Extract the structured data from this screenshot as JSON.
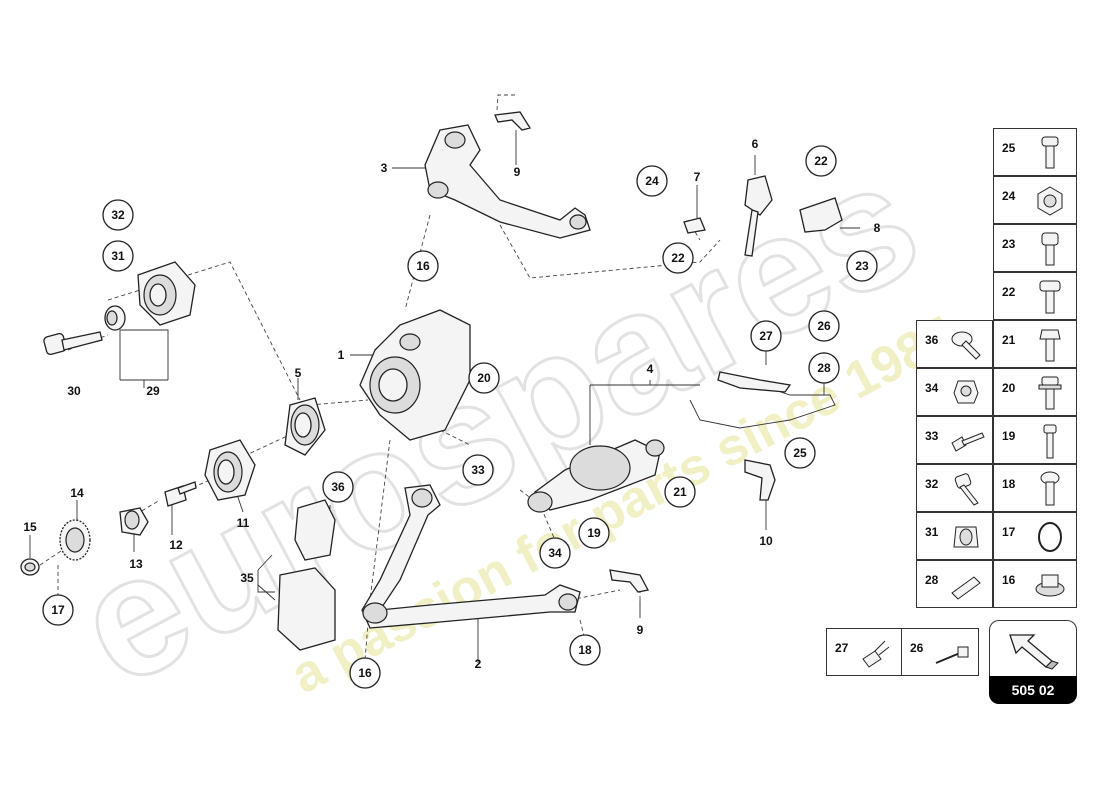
{
  "watermark": {
    "brand": "eurospares",
    "tagline": "a passion for parts since 1985"
  },
  "callouts": {
    "c1": "1",
    "c2": "2",
    "c3": "3",
    "c4": "4",
    "c5": "5",
    "c6": "6",
    "c7": "7",
    "c8": "8",
    "c9a": "9",
    "c9b": "9",
    "c10": "10",
    "c11": "11",
    "c12": "12",
    "c13": "13",
    "c14": "14",
    "c15": "15",
    "c16a": "16",
    "c16b": "16",
    "c17": "17",
    "c18": "18",
    "c19": "19",
    "c20": "20",
    "c21": "21",
    "c22a": "22",
    "c22b": "22",
    "c23": "23",
    "c24": "24",
    "c25": "25",
    "c26": "26",
    "c27": "27",
    "c28": "28",
    "c29": "29",
    "c30": "30",
    "c31": "31",
    "c32": "32",
    "c33": "33",
    "c34": "34",
    "c35": "35",
    "c36": "36"
  },
  "legend": {
    "right_column": [
      "25",
      "24",
      "23",
      "22",
      "21",
      "20",
      "19",
      "18",
      "17",
      "16"
    ],
    "left_column": [
      "36",
      "34",
      "33",
      "32",
      "31",
      "28"
    ],
    "bottom_pair": [
      "27",
      "26"
    ]
  },
  "page_code": "505 02",
  "colors": {
    "watermark_fill": "#ececec",
    "watermark_tagline": "#f1f0c8",
    "page_code_bg": "#000000"
  }
}
